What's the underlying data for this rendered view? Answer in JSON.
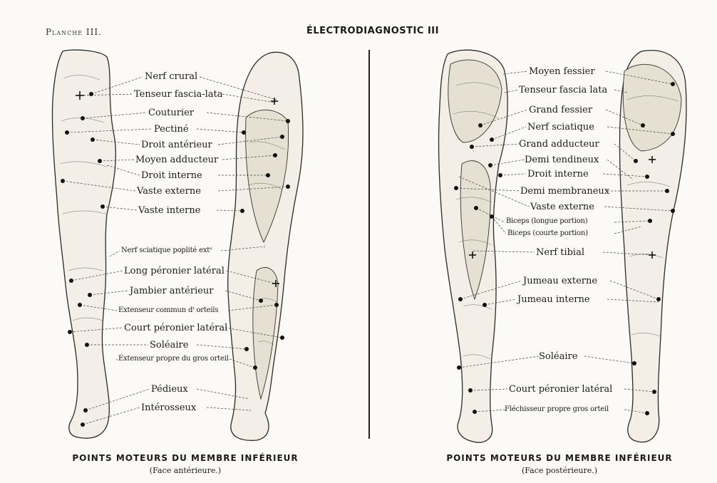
{
  "header": {
    "plate": "Planche III.",
    "title": "ÉLECTRODIAGNOSTIC III"
  },
  "left": {
    "labels": [
      "Nerf crural",
      "Tenseur fascia-lata",
      "Couturier",
      "Pectiné",
      "Droit antérieur",
      "Moyen adducteur",
      "Droit interne",
      "Vaste externe",
      "Vaste interne",
      "Nerf sciatique poplité extᵉ",
      "Long péronier latéral",
      "Jambier antérieur",
      "Extenseur commun dᵗ orteils",
      "Court péronier latéral",
      "Soléaire",
      "Extenseur propre du gros orteil",
      "Pédieux",
      "Intérosseux"
    ],
    "caption": "POINTS MOTEURS DU MEMBRE INFÉRIEUR",
    "subcaption": "(Face antérieure.)"
  },
  "right": {
    "labels": [
      "Moyen fessier",
      "Tenseur fascia lata",
      "Grand fessier",
      "Nerf sciatique",
      "Grand adducteur",
      "Demi tendineux",
      "Droit interne",
      "Demi membraneux",
      "Vaste externe",
      "Biceps (longue portion)",
      "Biceps (courte portion)",
      "Nerf tibial",
      "Jumeau externe",
      "Jumeau interne",
      "Soléaire",
      "Court péronier latéral",
      "Fléchisseur propre gros orteil"
    ],
    "caption": "POINTS MOTEURS DU MEMBRE INFÉRIEUR",
    "subcaption": "(Face postérieure.)"
  }
}
